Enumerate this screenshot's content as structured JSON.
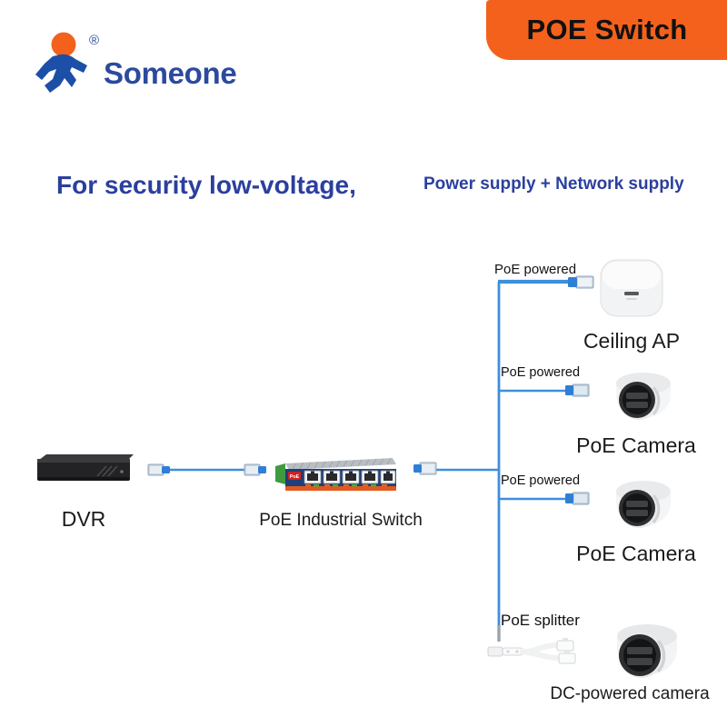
{
  "header": {
    "banner_title": "POE Switch",
    "banner_color": "#f4611c"
  },
  "brand": {
    "name": "Someone",
    "registered_mark": "®",
    "logo_icon": "running-person-logo",
    "logo_blue": "#2b4a9e",
    "logo_orange": "#f4611c"
  },
  "taglines": {
    "main": "For security low-voltage,",
    "sub": "Power supply + Network supply",
    "color": "#2b3f9e"
  },
  "diagram": {
    "wire_color": "#3d8fdd",
    "nodes": {
      "dvr": {
        "label": "DVR",
        "icon": "dvr-device"
      },
      "switch": {
        "label": "PoE Industrial Switch",
        "icon": "poe-industrial-switch",
        "port_count": 5,
        "badge": "PoE"
      },
      "ceiling_ap": {
        "label": "Ceiling AP",
        "icon": "ceiling-access-point"
      },
      "camera_1": {
        "label": "PoE Camera",
        "icon": "turret-dome-camera"
      },
      "camera_2": {
        "label": "PoE Camera",
        "icon": "turret-dome-camera"
      },
      "camera_3": {
        "label": "DC-powered camera",
        "icon": "turret-dome-camera"
      },
      "splitter": {
        "label": "PoE splitter",
        "icon": "poe-splitter-cable"
      }
    },
    "link_labels": {
      "ap_link": "PoE powered",
      "cam1_link": "PoE powered",
      "cam2_link": "PoE powered"
    },
    "connector_icon": "rj45-connector"
  }
}
